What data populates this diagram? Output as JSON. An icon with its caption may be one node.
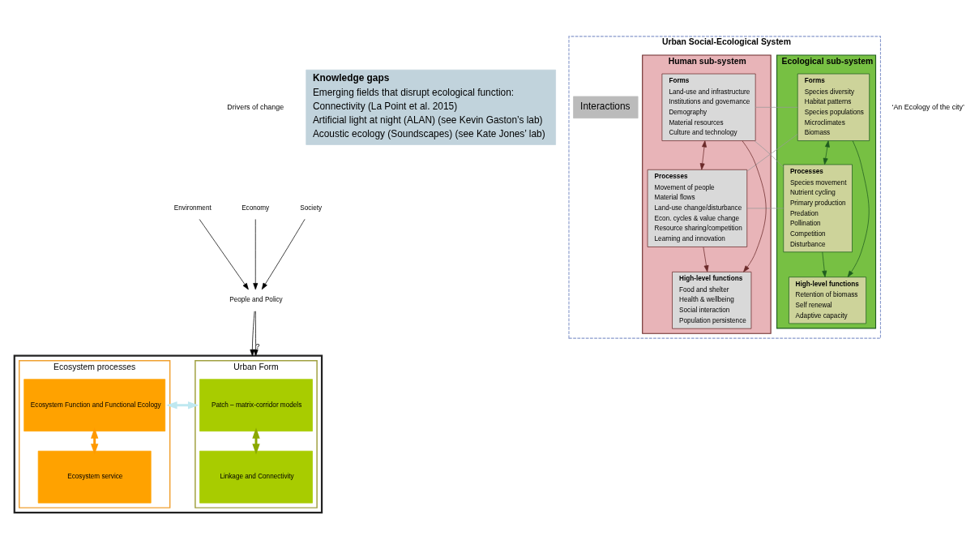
{
  "diagram": {
    "nodes": [
      {
        "text": [
          "Environment"
        ]
      },
      {
        "text": [
          "Economy"
        ]
      },
      {
        "text": [
          "Society"
        ]
      },
      {
        "text": [
          "People and Policy"
        ]
      },
      {
        "text": [],
        "shape": "box"
      },
      {
        "text": [
          "Urban Form"
        ],
        "in": 4
      },
      {
        "text": [
          "Patch – matrix-corridor models"
        ],
        "in": 5
      },
      {
        "text": [
          "Linkage and Connectivity"
        ],
        "in": 5
      },
      {
        "text": [
          "Ecosystem processes"
        ],
        "in": 4
      },
      {
        "text": [
          "Ecosystem Function and Functional Ecology"
        ],
        "in": 8
      },
      {
        "text": [
          "Ecosystem service"
        ],
        "in": 8
      },
      {
        "text": [
          "Knowledge gaps",
          "Emerging fields that disrupt ecological function:",
          "Connectivity (La Point et al. 2015)",
          "Artificial light at night (ALAN) (see Kevin Gaston’s lab)",
          "Acoustic ecology (Soundscapes) (see Kate Jones’ lab)"
        ]
      },
      {
        "text": [
          "Urban Social-Ecological System"
        ]
      },
      {
        "text": [
          "Ecological sub-system"
        ],
        "in": 12
      },
      {
        "text": [
          "Forms",
          "Species diversity",
          "Habitat patterns",
          "Species populations",
          "Microclimates",
          "Biomass"
        ],
        "in": 13
      },
      {
        "text": [
          "Processes",
          "Species movement",
          "Nutrient cycling",
          "Primary production",
          "Predation",
          "Pollination",
          "Competition",
          "Disturbance"
        ],
        "in": 13
      },
      {
        "text": [
          "High-level functions",
          "Retention of biomass",
          "Self renewal",
          "Adaptive capacity"
        ],
        "in": 13
      },
      {
        "text": [
          "Interactions"
        ],
        "in": 12
      },
      {
        "text": [
          "Human sub-system"
        ],
        "in": 12
      },
      {
        "text": [
          "Forms",
          "Land-use and infrastructure",
          "Institutions and governance",
          "Demography",
          "Material resources",
          "Culture and technology"
        ],
        "in": 18
      },
      {
        "text": [
          "Processes",
          "Movement of people",
          "Material flows",
          "Land-use change/disturbance",
          "Econ. cycles & value change",
          "Resource sharing/competition",
          "Learning and innovation"
        ],
        "in": 18
      },
      {
        "text": [
          "High-level functions",
          "Food and shelter",
          "Health & wellbeing",
          "Social interaction",
          "Population persistence"
        ],
        "in": 18
      }
    ],
    "edges": [
      {
        "from": 0,
        "to": 3,
        "arrow": "to"
      },
      {
        "from": 1,
        "to": 3,
        "arrow": "to"
      },
      {
        "from": 2,
        "to": 3,
        "arrow": "to"
      },
      {
        "from": 3,
        "to": 4,
        "arrow": "to"
      },
      {
        "from": 3,
        "to": 4,
        "arrow": "to",
        "label": "?"
      },
      {
        "from": 6,
        "to": 7,
        "arrow": "both",
        "style": "thick",
        "color": "#8aa800"
      },
      {
        "from": 9,
        "to": 10,
        "arrow": "both",
        "style": "thick",
        "color": "#ff9900"
      },
      {
        "from": 5,
        "to": 8,
        "arrow": "both",
        "style": "thick",
        "color": "#bfe8f0"
      },
      {
        "from": 14,
        "to": 15,
        "arrow": "both",
        "color": "#1f5c1f"
      },
      {
        "from": 14,
        "to": 16,
        "arrow": "to",
        "color": "#1f5c1f"
      },
      {
        "from": 15,
        "to": 16,
        "arrow": "to",
        "color": "#1f5c1f"
      },
      {
        "from": 14,
        "to": 19,
        "arrow": "none",
        "color": "#999999"
      },
      {
        "from": 14,
        "to": 20,
        "arrow": "none",
        "color": "#999999"
      },
      {
        "from": 15,
        "to": 19,
        "arrow": "none",
        "color": "#999999"
      },
      {
        "from": 15,
        "to": 20,
        "arrow": "none",
        "color": "#999999"
      },
      {
        "from": 19,
        "to": 20,
        "arrow": "both",
        "color": "#6b2a2a"
      },
      {
        "from": 19,
        "to": 21,
        "arrow": "to",
        "color": "#6b2a2a"
      },
      {
        "from": 20,
        "to": 21,
        "arrow": "to",
        "color": "#6b2a2a"
      }
    ],
    "labels": [
      "Drivers of change",
      "‘An Ecology of the city’"
    ]
  }
}
